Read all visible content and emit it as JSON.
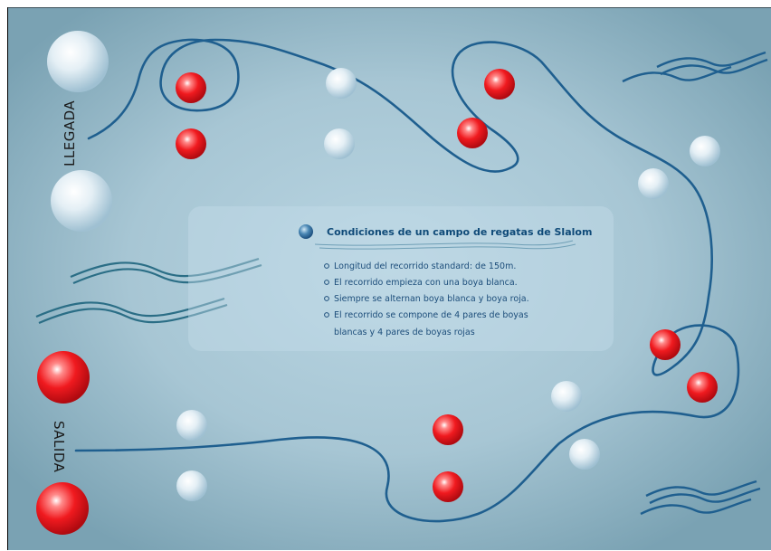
{
  "labels": {
    "finish": "LLEGADA",
    "start": "SALIDA"
  },
  "info_panel": {
    "title": "Condiciones de un campo de regatas de Slalom",
    "items": [
      "Longitud del recorrido standard: de 150m.",
      "El recorrido empieza con una boya blanca.",
      "Siempre se alternan boya blanca y boya roja.",
      "El recorrido se compone de 4 pares de boyas",
      "blancas y 4 pares de boyas rojas"
    ],
    "bulleted": [
      true,
      true,
      true,
      true,
      false
    ]
  },
  "colors": {
    "water_light": "#b7d3e0",
    "water_dark": "#7ea6b7",
    "course_line": "#1f5f8f",
    "buoy_red": "#e8141b",
    "buoy_white": "#cfe3ee",
    "title_text": "#0f4a78"
  },
  "buoys": {
    "white_count": 8,
    "red_count": 8
  }
}
